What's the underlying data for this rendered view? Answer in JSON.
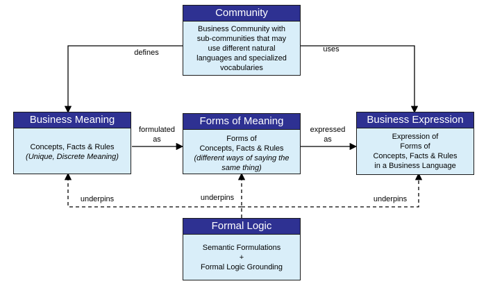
{
  "colors": {
    "header_bg": "#2e3192",
    "box_bg": "#d9eef9",
    "line": "#000000"
  },
  "boxes": {
    "community": {
      "title": "Community",
      "lines": [
        "Business Community with",
        "sub-communities that may",
        "use different natural",
        "languages and specialized",
        "vocabularies"
      ]
    },
    "business_meaning": {
      "title": "Business Meaning",
      "line1": "Concepts, Facts & Rules",
      "line2": "(Unique, Discrete Meaning)"
    },
    "forms_of_meaning": {
      "title": "Forms of Meaning",
      "line1": "Forms of",
      "line2": "Concepts, Facts & Rules",
      "line3": "(different ways of saying the",
      "line4": "same thing)"
    },
    "business_expression": {
      "title": "Business Expression",
      "lines": [
        "Expression of",
        "Forms of",
        "Concepts, Facts & Rules",
        "in a Business Language"
      ]
    },
    "formal_logic": {
      "title": "Formal Logic",
      "lines": [
        "Semantic Formulations",
        "+",
        "Formal Logic Grounding"
      ]
    }
  },
  "edges": {
    "defines": "defines",
    "uses": "uses",
    "formulated_1": "formulated",
    "formulated_2": "as",
    "expressed_1": "expressed",
    "expressed_2": "as",
    "underpins_left": "underpins",
    "underpins_mid": "underpins",
    "underpins_right": "underpins"
  }
}
